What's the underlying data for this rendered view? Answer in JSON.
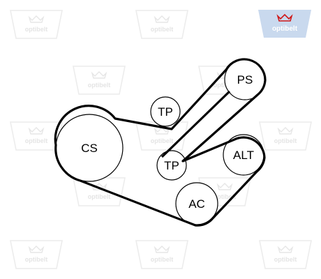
{
  "brand": {
    "logo_text": "optibelt",
    "logo_color": "#c9d9ee",
    "crown_color": "#d01818",
    "watermark_text": "optibelt"
  },
  "pulleys": {
    "ps": "PS",
    "tp_top": "TP",
    "cs": "CS",
    "tp_mid": "TP",
    "alt": "ALT",
    "ac": "AC"
  },
  "belt": {
    "color": "#000000"
  }
}
